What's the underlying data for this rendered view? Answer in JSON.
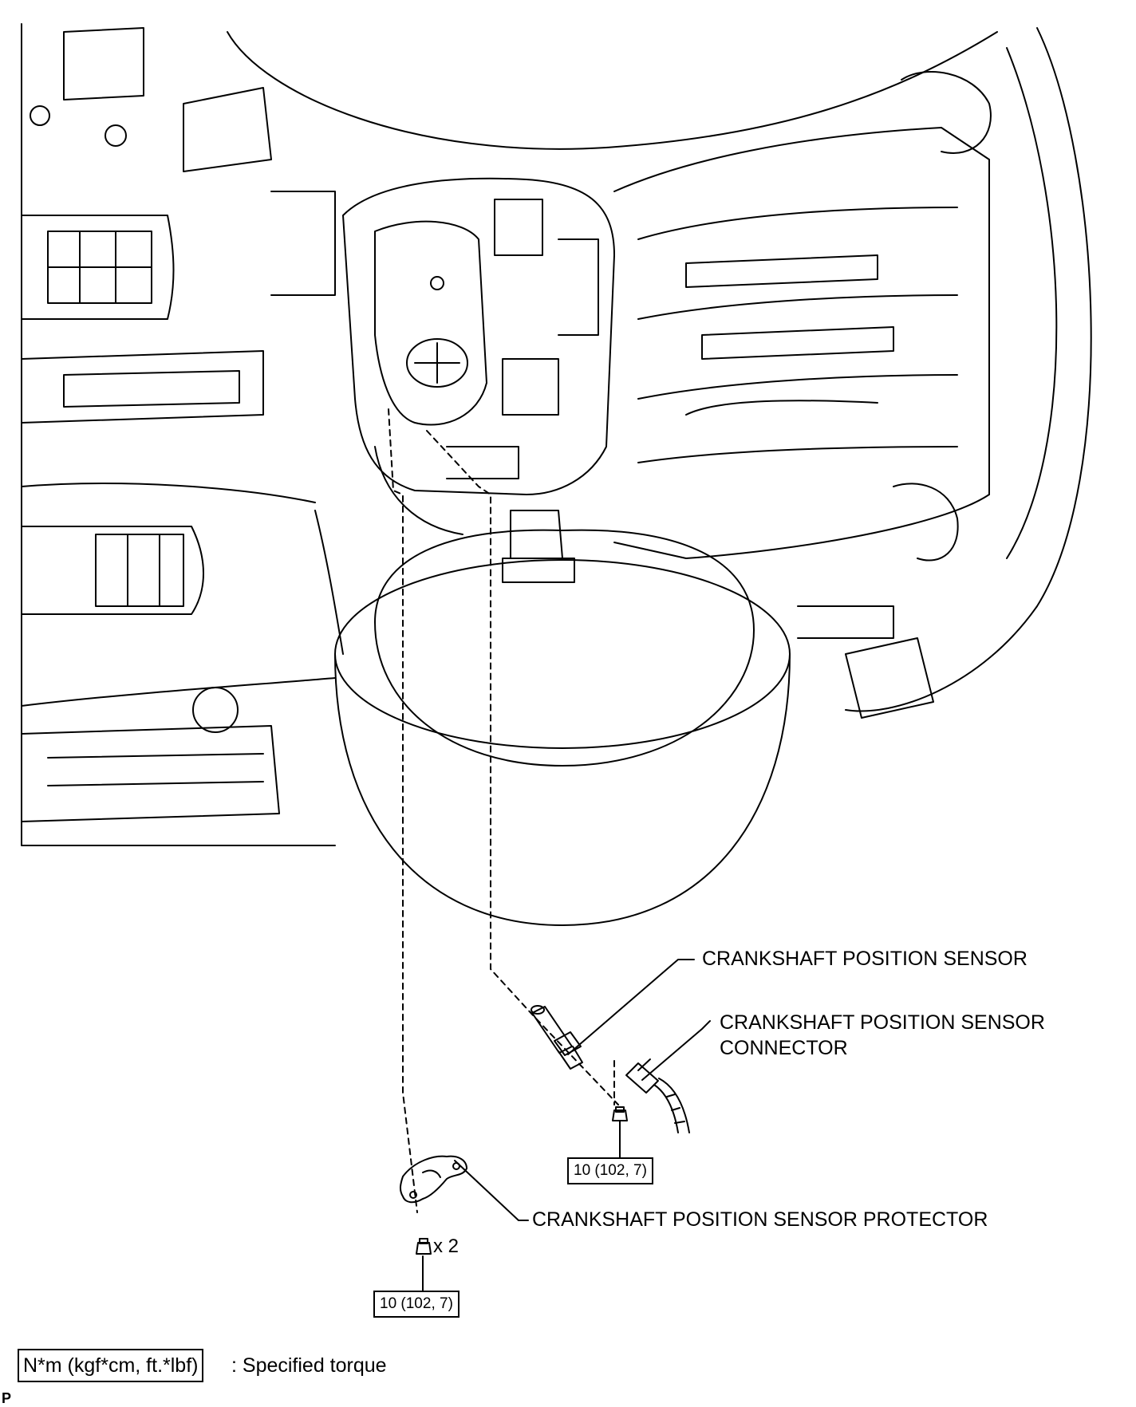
{
  "callouts": {
    "sensor": "CRANKSHAFT POSITION SENSOR",
    "connector_line1": "CRANKSHAFT POSITION SENSOR",
    "connector_line2": "CONNECTOR",
    "protector": "CRANKSHAFT POSITION SENSOR PROTECTOR"
  },
  "torque": {
    "sensor_bolt": "10 (102, 7)",
    "protector_bolt": "10 (102, 7)",
    "protector_bolt_qty": "x 2"
  },
  "legend": {
    "box_text": "N*m (kgf*cm, ft.*lbf)",
    "description": ": Specified torque"
  },
  "corner_mark": "P",
  "colors": {
    "line": "#000000",
    "background": "#ffffff"
  },
  "icons": [
    "bolt-icon",
    "sensor-icon",
    "connector-icon",
    "protector-bracket-icon"
  ]
}
